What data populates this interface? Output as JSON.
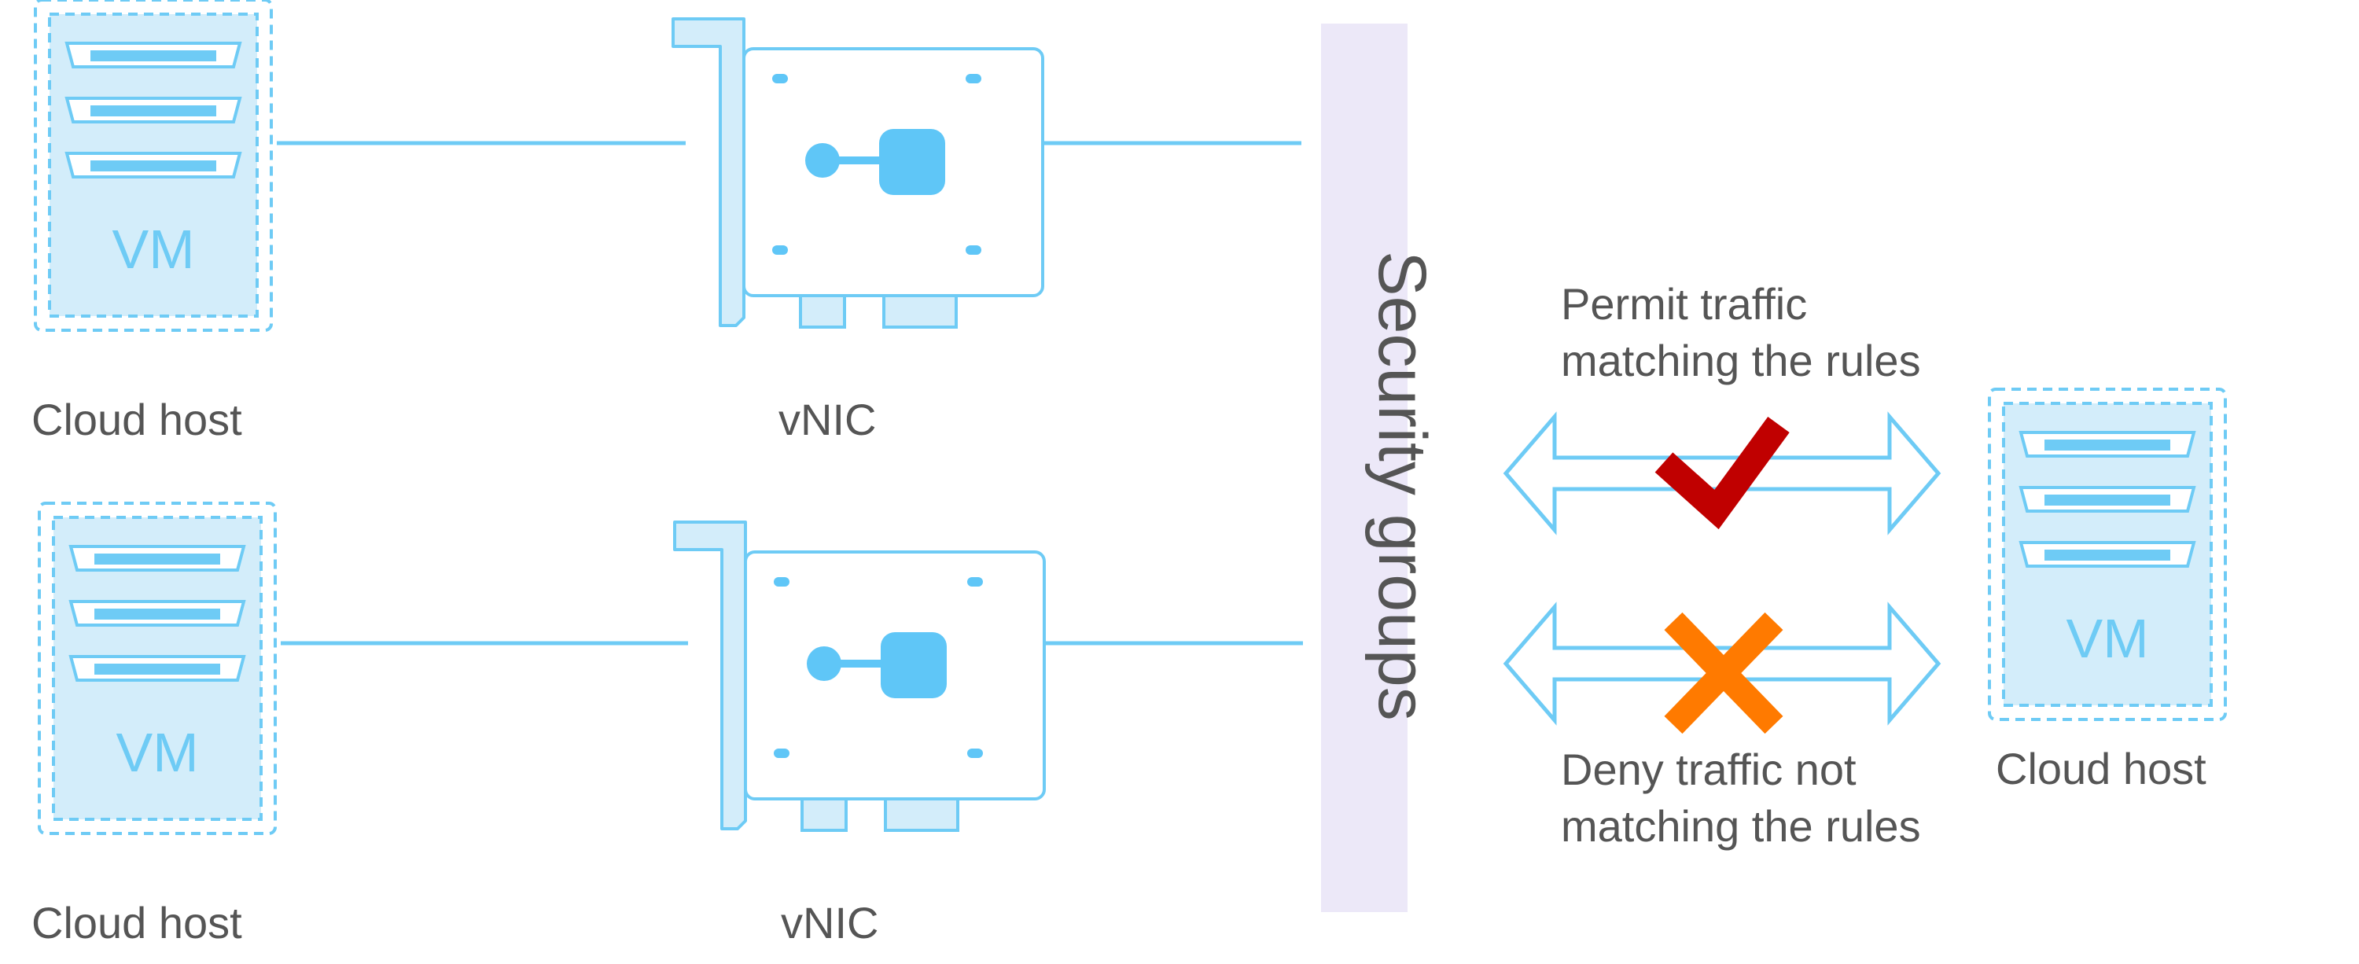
{
  "left_hosts": [
    {
      "vm_label": "VM",
      "host_label": "Cloud host",
      "nic_label": "vNIC"
    },
    {
      "vm_label": "VM",
      "host_label": "Cloud host",
      "nic_label": "vNIC"
    }
  ],
  "security_groups_label": "Security groups",
  "permit": {
    "line1": "Permit traffic",
    "line2": "matching the rules"
  },
  "deny": {
    "line1": "Deny traffic not",
    "line2": "matching the rules"
  },
  "right_host": {
    "vm_label": "VM",
    "host_label": "Cloud host"
  },
  "colors": {
    "line_blue": "#6ecbf5",
    "box_fill": "#d3edfa",
    "chip_fill": "#5fc6f7",
    "security_band": "#ece8f8",
    "check_red": "#c00000",
    "cross_orange": "#ff7a00",
    "text_gray": "#555555"
  },
  "icons": [
    "server-icon",
    "nic-card-icon",
    "double-arrow-icon",
    "checkmark-icon",
    "cross-icon"
  ]
}
